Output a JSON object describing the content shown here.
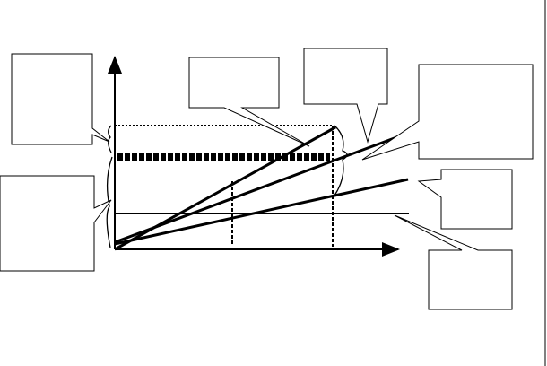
{
  "diagram": {
    "description_visible_text": "",
    "callouts": [
      {
        "id": "callout-top-left",
        "text": ""
      },
      {
        "id": "callout-bottom-left",
        "text": ""
      },
      {
        "id": "callout-top-middle",
        "text": ""
      },
      {
        "id": "callout-top-right-small",
        "text": ""
      },
      {
        "id": "callout-right-large",
        "text": ""
      },
      {
        "id": "callout-right-middle",
        "text": ""
      },
      {
        "id": "callout-bottom-right",
        "text": ""
      }
    ]
  },
  "colors": {
    "stroke": "#000000",
    "background": "#ffffff"
  }
}
